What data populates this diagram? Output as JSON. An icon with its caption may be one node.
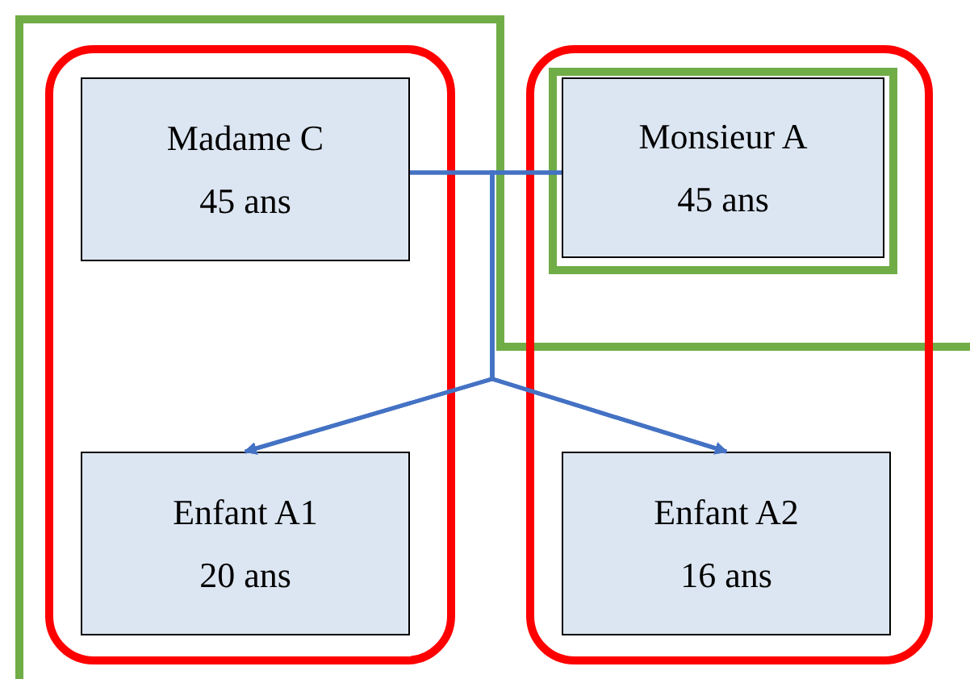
{
  "diagram": {
    "nodes": [
      {
        "text": [],
        "shape": "box"
      },
      {
        "text": [
          "Madame C",
          "45 ans"
        ],
        "in": 0
      },
      {
        "text": [
          "Enfant A1",
          "20 ans"
        ],
        "in": 0
      },
      {
        "text": [],
        "shape": "box"
      },
      {
        "text": [],
        "shape": "box",
        "in": 3
      },
      {
        "text": [
          "Monsieur A",
          "45 ans"
        ],
        "in": 4
      },
      {
        "text": [
          "Enfant A2",
          "16 ans"
        ],
        "in": 3
      }
    ],
    "edges": [
      {
        "from": 1,
        "to": 2,
        "arrow": "to"
      },
      {
        "from": 1,
        "to": 6,
        "arrow": "to"
      },
      {
        "from": 5,
        "to": 2,
        "arrow": "to"
      },
      {
        "from": 5,
        "to": 6,
        "arrow": "to"
      }
    ]
  }
}
